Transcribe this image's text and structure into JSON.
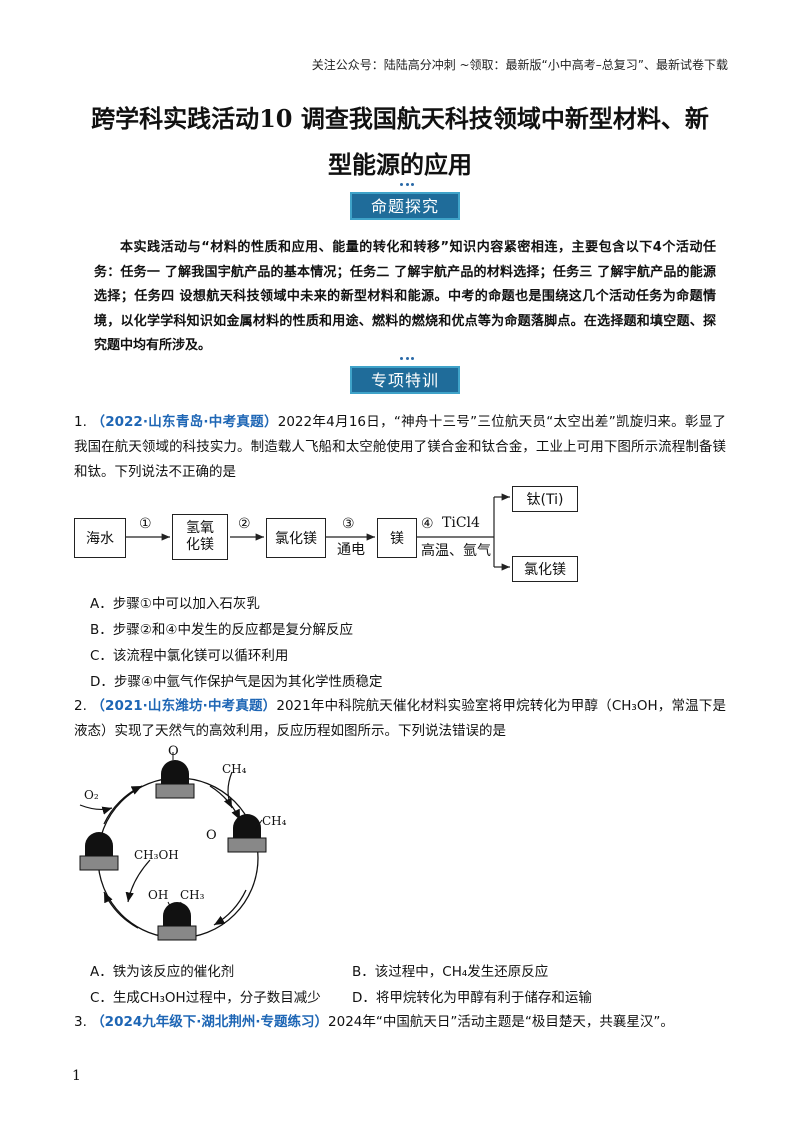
{
  "header": {
    "text": "关注公众号：陆陆高分冲刺  ~领取：最新版“小中高考–总复习”、最新试卷下载"
  },
  "title": {
    "line1": "跨学科实践活动10  调查我国航天科技领域中新型材料、新",
    "line2": "型能源的应用"
  },
  "banners": {
    "explore": "命题探究",
    "training": "专项特训"
  },
  "intro": "本实践活动与“材料的性质和应用、能量的转化和转移”知识内容紧密相连，主要包含以下4个活动任务：任务一 了解我国宇航产品的基本情况；任务二 了解宇航产品的材料选择；任务三 了解宇航产品的能源选择；任务四 设想航天科技领域中未来的新型材料和能源。中考的命题也是围绕这几个活动任务为命题情境，以化学学科知识如金属材料的性质和用途、燃料的燃烧和优点等为命题落脚点。在选择题和填空题、探究题中均有所涉及。",
  "q1": {
    "num": "1.",
    "source": "（2022·山东青岛·中考真题）",
    "text": "2022年4月16日，“神舟十三号”三位航天员“太空出差”凯旋归来。彰显了我国在航天领域的科技实力。制造载人飞船和太空舱使用了镁合金和钛合金，工业上可用下图所示流程制备镁和钛。下列说法不正确的是",
    "flow": {
      "seawater": "海水",
      "hydroxide": "氢氧化镁",
      "chloride": "氯化镁",
      "mg": "镁",
      "ti": "钛(Ti)",
      "chloride2": "氯化镁",
      "s1": "①",
      "s2": "②",
      "s3": "③",
      "s4": "④",
      "electrolysis": "通电",
      "ticl4": "TiCl4",
      "cond": "高温、氩气"
    },
    "options": {
      "A": "A．步骤①中可以加入石灰乳",
      "B": "B．步骤②和④中发生的反应都是复分解反应",
      "C": "C．该流程中氯化镁可以循环利用",
      "D": "D．步骤④中氩气作保护气是因为其化学性质稳定"
    }
  },
  "q2": {
    "num": "2.",
    "source": "（2021·山东潍坊·中考真题）",
    "text": "2021年中科院航天催化材料实验室将甲烷转化为甲醇（CH₃OH，常温下是液态）实现了天然气的高效利用，反应历程如图所示。下列说法错误的是",
    "diagram": {
      "o2": "O₂",
      "o": "O",
      "ch4": "CH₄",
      "o2label": "O",
      "ch4b": "CH₄",
      "ch3oh": "CH₃OH",
      "oh": "OH",
      "ch3": "CH₃"
    },
    "options": {
      "A": "A．铁为该反应的催化剂",
      "B": "B．该过程中，CH₄发生还原反应",
      "C": "C．生成CH₃OH过程中，分子数目减少",
      "D": "D．将甲烷转化为甲醇有利于储存和运输"
    }
  },
  "q3": {
    "num": "3.",
    "source": "（2024九年级下·湖北荆州·专题练习）",
    "text": "2024年“中国航天日”活动主题是“极目楚天，共襄星汉”。"
  },
  "page_number": "1"
}
